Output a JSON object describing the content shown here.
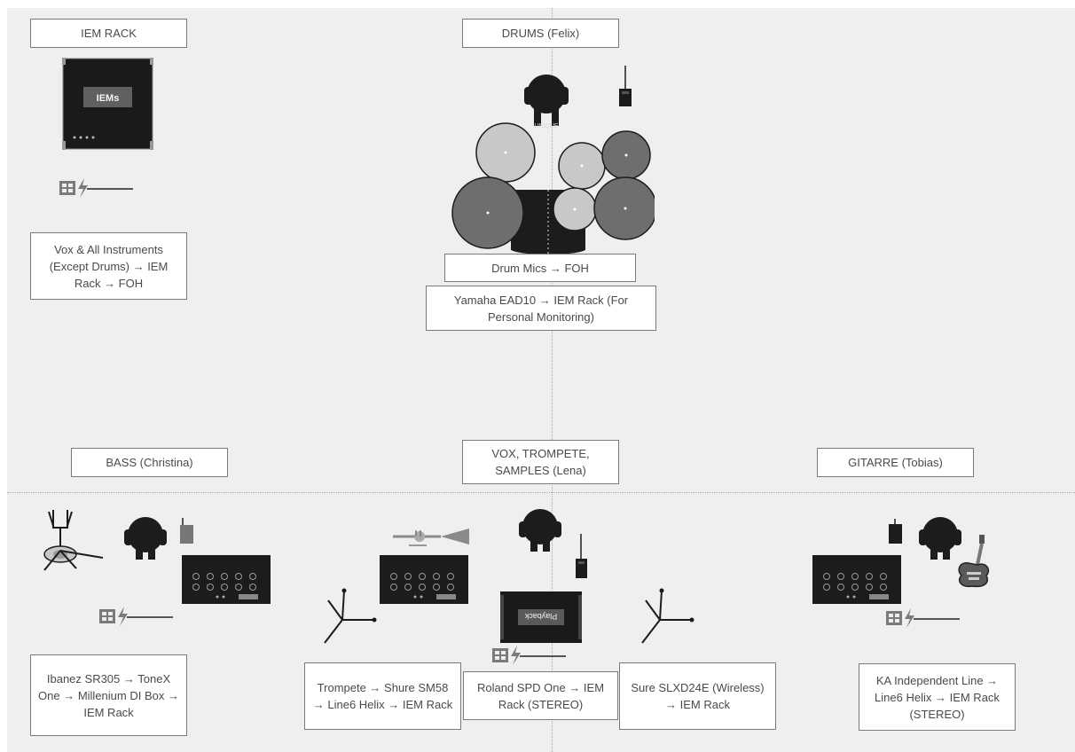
{
  "sections": {
    "iem_rack": "IEM RACK",
    "drums": "DRUMS (Felix)",
    "bass": "BASS (Christina)",
    "vox": "VOX, TROMPETE, SAMPLES (Lena)",
    "guitar": "GITARRE (Tobias)"
  },
  "notes": {
    "iem": "Vox & All Instruments (Except Drums) → IEM Rack → FOH",
    "drum_mics": "Drum Mics → FOH",
    "drum_module": "Yamaha EAD10 → IEM Rack (For Personal Monitoring)",
    "bass": "Ibanez SR305 → ToneX One → Millenium DI Box → IEM Rack",
    "trumpet": "Trompete → Shure SM58 → Line6 Helix → IEM Rack",
    "spd": "Roland SPD One → IEM Rack (STEREO)",
    "wireless": "Sure SLXD24E (Wireless) → IEM Rack",
    "guitar": "KA Independent Line → Line6 Helix → IEM Rack (STEREO)"
  },
  "device_labels": {
    "iem_rack": "IEMs",
    "playback": "Playback",
    "drummer_tag": "UNIQUE"
  },
  "colors": {
    "canvas": "#efefef",
    "equipment": "#1c1c1c",
    "drum_red": "#6e6e6e",
    "drum_light": "#c8c8c8",
    "label_border": "#7a7a7a"
  }
}
